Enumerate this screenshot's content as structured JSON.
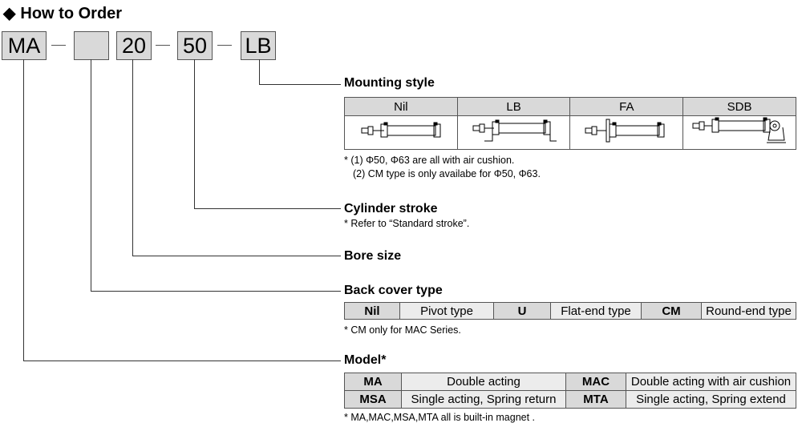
{
  "title": "How to Order",
  "code": {
    "model": "MA",
    "back_cover": "",
    "bore": "20",
    "stroke": "50",
    "mount": "LB"
  },
  "mounting_style": {
    "title": "Mounting style",
    "options": [
      "Nil",
      "LB",
      "FA",
      "SDB"
    ],
    "notes": [
      "* (1) Φ50,  Φ63 are all with air cushion.",
      "(2) CM type is only availabe for Φ50,  Φ63."
    ]
  },
  "cylinder_stroke": {
    "title": "Cylinder stroke",
    "note": "* Refer to  “Standard stroke”."
  },
  "bore_size": {
    "title": "Bore size"
  },
  "back_cover": {
    "title": "Back cover type",
    "options": [
      {
        "code": "Nil",
        "desc": "Pivot type"
      },
      {
        "code": "U",
        "desc": "Flat-end type"
      },
      {
        "code": "CM",
        "desc": "Round-end type"
      }
    ],
    "note": "* CM only for MAC Series."
  },
  "model": {
    "title": "Model*",
    "rows": [
      [
        {
          "code": "MA",
          "desc": "Double acting"
        },
        {
          "code": "MAC",
          "desc": "Double acting with air cushion"
        }
      ],
      [
        {
          "code": "MSA",
          "desc": "Single acting, Spring return"
        },
        {
          "code": "MTA",
          "desc": "Single acting, Spring extend"
        }
      ]
    ],
    "note": "* MA,MAC,MSA,MTA all is built-in magnet ."
  }
}
